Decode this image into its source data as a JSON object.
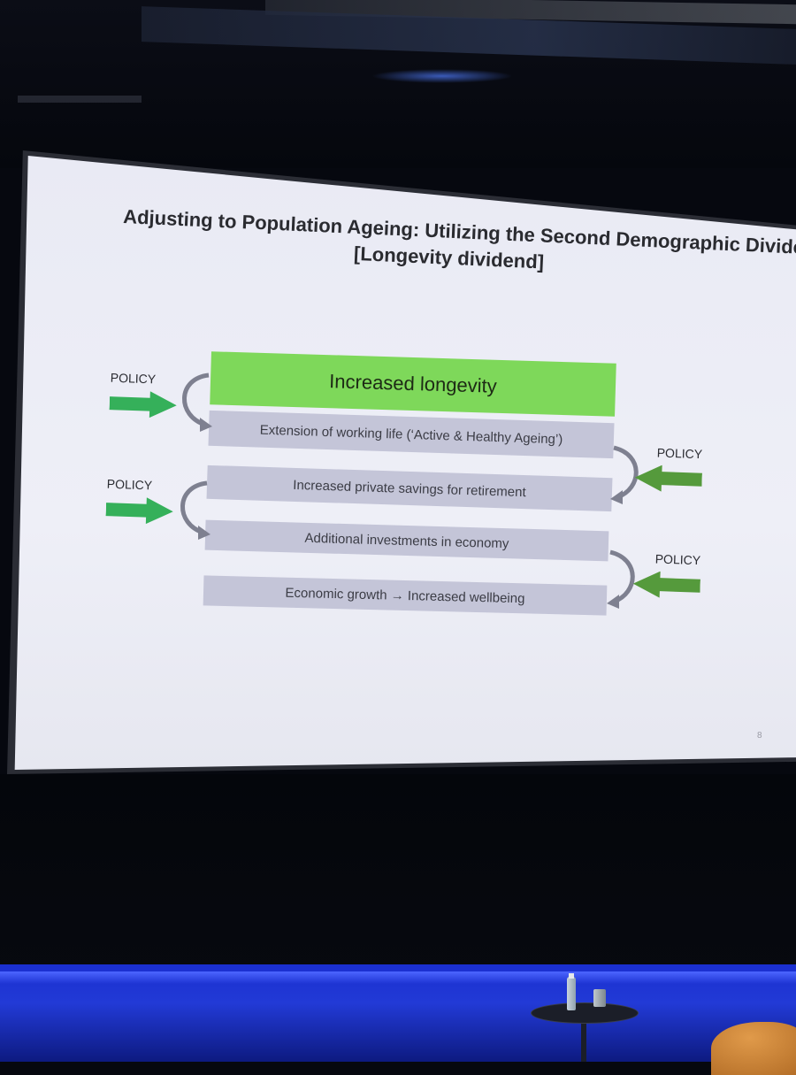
{
  "slide": {
    "title_line1": "Adjusting to Population Ageing: Utilizing the Second Demographic Dividend",
    "title_line2": "[Longevity dividend]",
    "boxes": [
      "Increased longevity",
      "Extension of working life (‘Active & Healthy Ageing’)",
      "Increased private savings for retirement",
      "Additional investments in economy",
      "Economic growth → Increased wellbeing"
    ],
    "policy_label": "POLICY",
    "page_number": "8"
  },
  "colors": {
    "highlight_box": "#7ed85a",
    "gray_box": "#c4c5d8",
    "policy_arrow_left_side": "#35b05a",
    "policy_arrow_right_side": "#559a3c",
    "stage_floor": "#1a2fd0"
  }
}
